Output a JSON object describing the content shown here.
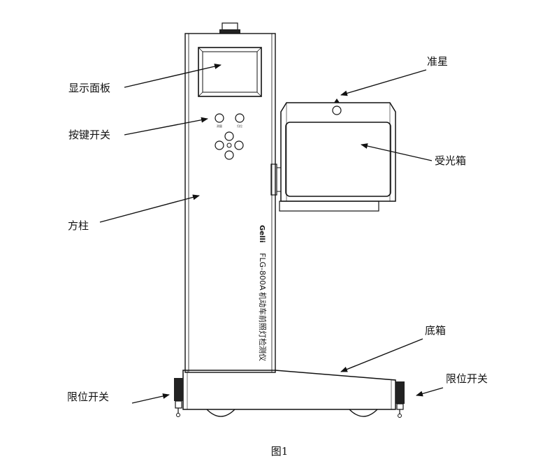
{
  "labels": {
    "display_panel": "显示面板",
    "keypad_switch": "按键开关",
    "square_column": "方柱",
    "limit_switch_left": "限位开关",
    "front_sight": "准星",
    "receiver_box": "受光箱",
    "base_box": "底箱",
    "limit_switch_right": "限位开关"
  },
  "device": {
    "brand": "Gelli",
    "model": "FLG-800A",
    "name": "机动车前照灯检测仪",
    "button_left_label": "测量",
    "button_right_label": "归位"
  },
  "caption": "图1"
}
